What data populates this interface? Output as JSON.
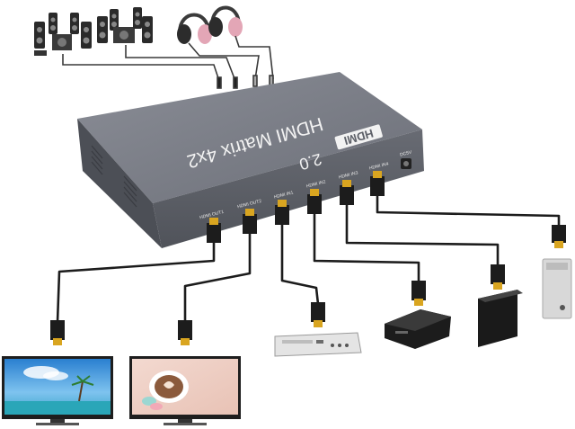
{
  "device": {
    "title": "HDMI Matrix 4x2",
    "brand": "HDMI",
    "version": "2.0",
    "power_label": "DC5V",
    "ports": [
      "HDMI OUT1",
      "HDMI OUT2",
      "HDMI IN1",
      "HDMI IN2",
      "HDMI IN3",
      "HDMI IN4"
    ]
  },
  "colors": {
    "chassis_top": "#7a7d86",
    "chassis_front": "#5e6169",
    "cable": "#1c1c1c",
    "connector_gold": "#d9a520"
  }
}
